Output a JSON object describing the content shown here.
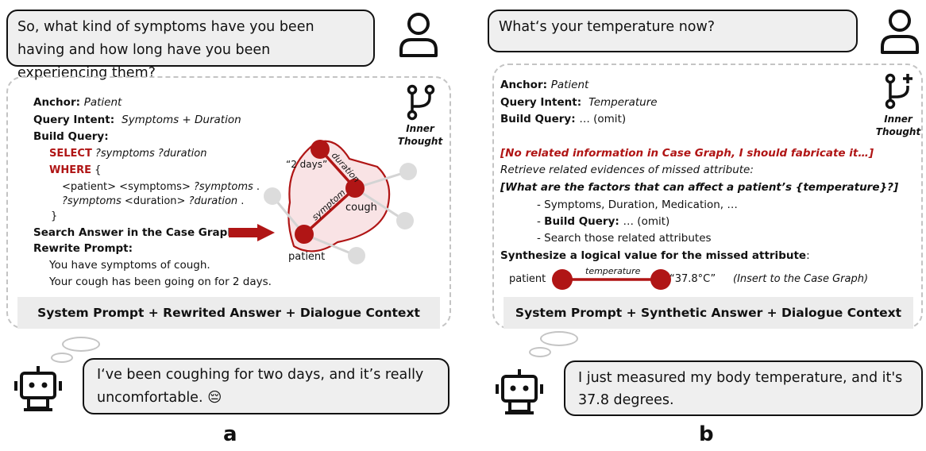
{
  "panel_a": {
    "question": "So, what kind of symptoms have you been having and how long have you been experiencing them?",
    "anchor_key": "Anchor",
    "anchor_value": "Patient",
    "intent_key": "Query Intent",
    "intent_value": "Symptoms + Duration",
    "build_key": "Build Query",
    "select_kw": "SELECT",
    "select_vars": "?symptoms ?duration",
    "where_kw": "WHERE",
    "brace_open": "{",
    "triple1_a": "<patient> <symptoms>",
    "triple1_b": "?symptoms",
    "triple2_a": "?symptoms",
    "triple2_b": "<duration>",
    "triple2_c": "?duration",
    "brace_close": "}",
    "search": "Search Answer in the Case Graph",
    "rewrite_key": "Rewrite Prompt",
    "rewrite_1": "You have symptoms of cough.",
    "rewrite_2": "Your cough has been going on for 2 days.",
    "inner_thought": [
      "Inner",
      "Thought"
    ],
    "graph": {
      "node_patient": "patient",
      "node_cough": "cough",
      "node_days": "“2 days”",
      "edge_symptom": "symptom",
      "edge_duration": "duration"
    },
    "footer": "System Prompt + Rewrited Answer + Dialogue Context",
    "answer": "I‘ve been coughing for two days, and it’s really uncomfortable. 😔",
    "label": "a"
  },
  "panel_b": {
    "question": "What‘s your temperature now?",
    "anchor_key": "Anchor",
    "anchor_value": "Patient",
    "intent_key": "Query Intent",
    "intent_value": "Temperature",
    "build_key": "Build Query",
    "build_value": "… (omit)",
    "fabricate": "[No related information in Case Graph, I should fabricate it…]",
    "retrieve": "Retrieve related evidences of missed attribute:",
    "factors": "[What are the factors that can affect a patient’s {temperature}?]",
    "bullet1": "- Symptoms, Duration, Medication, …",
    "bullet2_dash": "- ",
    "bullet2_key": "Build Query",
    "bullet2_value": "… (omit)",
    "bullet3": "- Search those related attributes",
    "synth_key": "Synthesize a logical value for the missed attribute",
    "node_patient": "patient",
    "edge_temperature": "temperature",
    "node_value": "“37.8°C”",
    "insert_note": "(Insert to the Case Graph)",
    "inner_thought": [
      "Inner",
      "Thought"
    ],
    "footer": "System Prompt + Synthetic Answer + Dialogue Context",
    "answer": "I just measured my body temperature, and it's 37.8 degrees.",
    "label": "b"
  },
  "colors": {
    "accent_red": "#b01515",
    "blob_fill": "#f9e3e5",
    "bubble_bg": "#efefef",
    "dash": "#c4c4c4"
  },
  "icons": [
    "user-icon",
    "branch-icon",
    "branch-plus-icon",
    "robot-icon"
  ]
}
